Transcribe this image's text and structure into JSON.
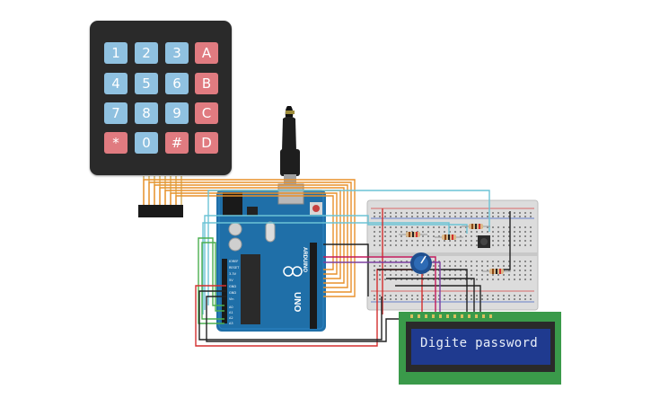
{
  "keypad": {
    "rows": [
      [
        "1",
        "2",
        "3",
        "A"
      ],
      [
        "4",
        "5",
        "6",
        "B"
      ],
      [
        "7",
        "8",
        "9",
        "C"
      ],
      [
        "*",
        "0",
        "#",
        "D"
      ]
    ]
  },
  "lcd": {
    "text": "Digite password"
  },
  "arduino": {
    "model": "UNO",
    "brand": "ARDUINO"
  },
  "colors": {
    "background": "#ffffff",
    "keypad_body": "#2a2a2a",
    "key_blue": "#8fc1e0",
    "key_red": "#e07b80",
    "arduino_board": "#1f6fa8",
    "lcd_pcb": "#3a9a4a",
    "lcd_screen": "#1f3a8f",
    "wire_orange": "#e8902a",
    "wire_cyan": "#6cc3d5",
    "wire_green": "#4caf50",
    "wire_red": "#d32f2f",
    "wire_black": "#222222",
    "wire_magenta": "#c2185b",
    "wire_purple": "#7b3fa0"
  }
}
